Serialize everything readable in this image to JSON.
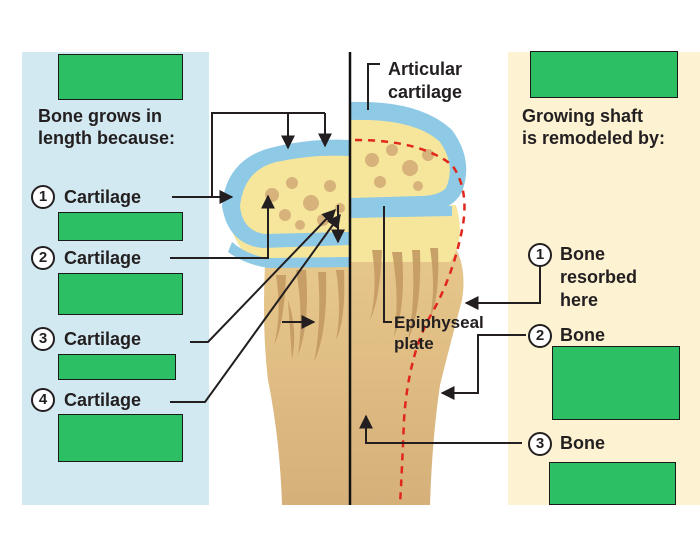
{
  "labels": {
    "left_heading_line1": "Bone grows in",
    "left_heading_line2": "length because:",
    "left_item1_number": "1",
    "left_item1_text": "Cartilage",
    "left_item2_number": "2",
    "left_item2_text": "Cartilage",
    "left_item3_number": "3",
    "left_item3_text": "Cartilage",
    "left_item4_number": "4",
    "left_item4_text": "Cartilage",
    "articular_line1": "Articular",
    "articular_line2": "cartilage",
    "epiphyseal_line1": "Epiphyseal",
    "epiphyseal_line2": "plate",
    "right_heading_line1": "Growing shaft",
    "right_heading_line2": "is remodeled by:",
    "right_item1_number": "1",
    "right_item1_line1": "Bone",
    "right_item1_line2": "resorbed",
    "right_item1_line3": "here",
    "right_item2_number": "2",
    "right_item2_text": "Bone",
    "right_item3_number": "3",
    "right_item3_text": "Bone"
  },
  "colors": {
    "left_panel": "#d3e9f1",
    "right_panel": "#fdf3d3",
    "cartilage": "#8ec9e6",
    "bone_light": "#f6e69c",
    "bone_dark": "#d7b27b",
    "answer_box": "#2dbf63",
    "ink": "#231f20",
    "resorption_line": "#e1261c"
  }
}
